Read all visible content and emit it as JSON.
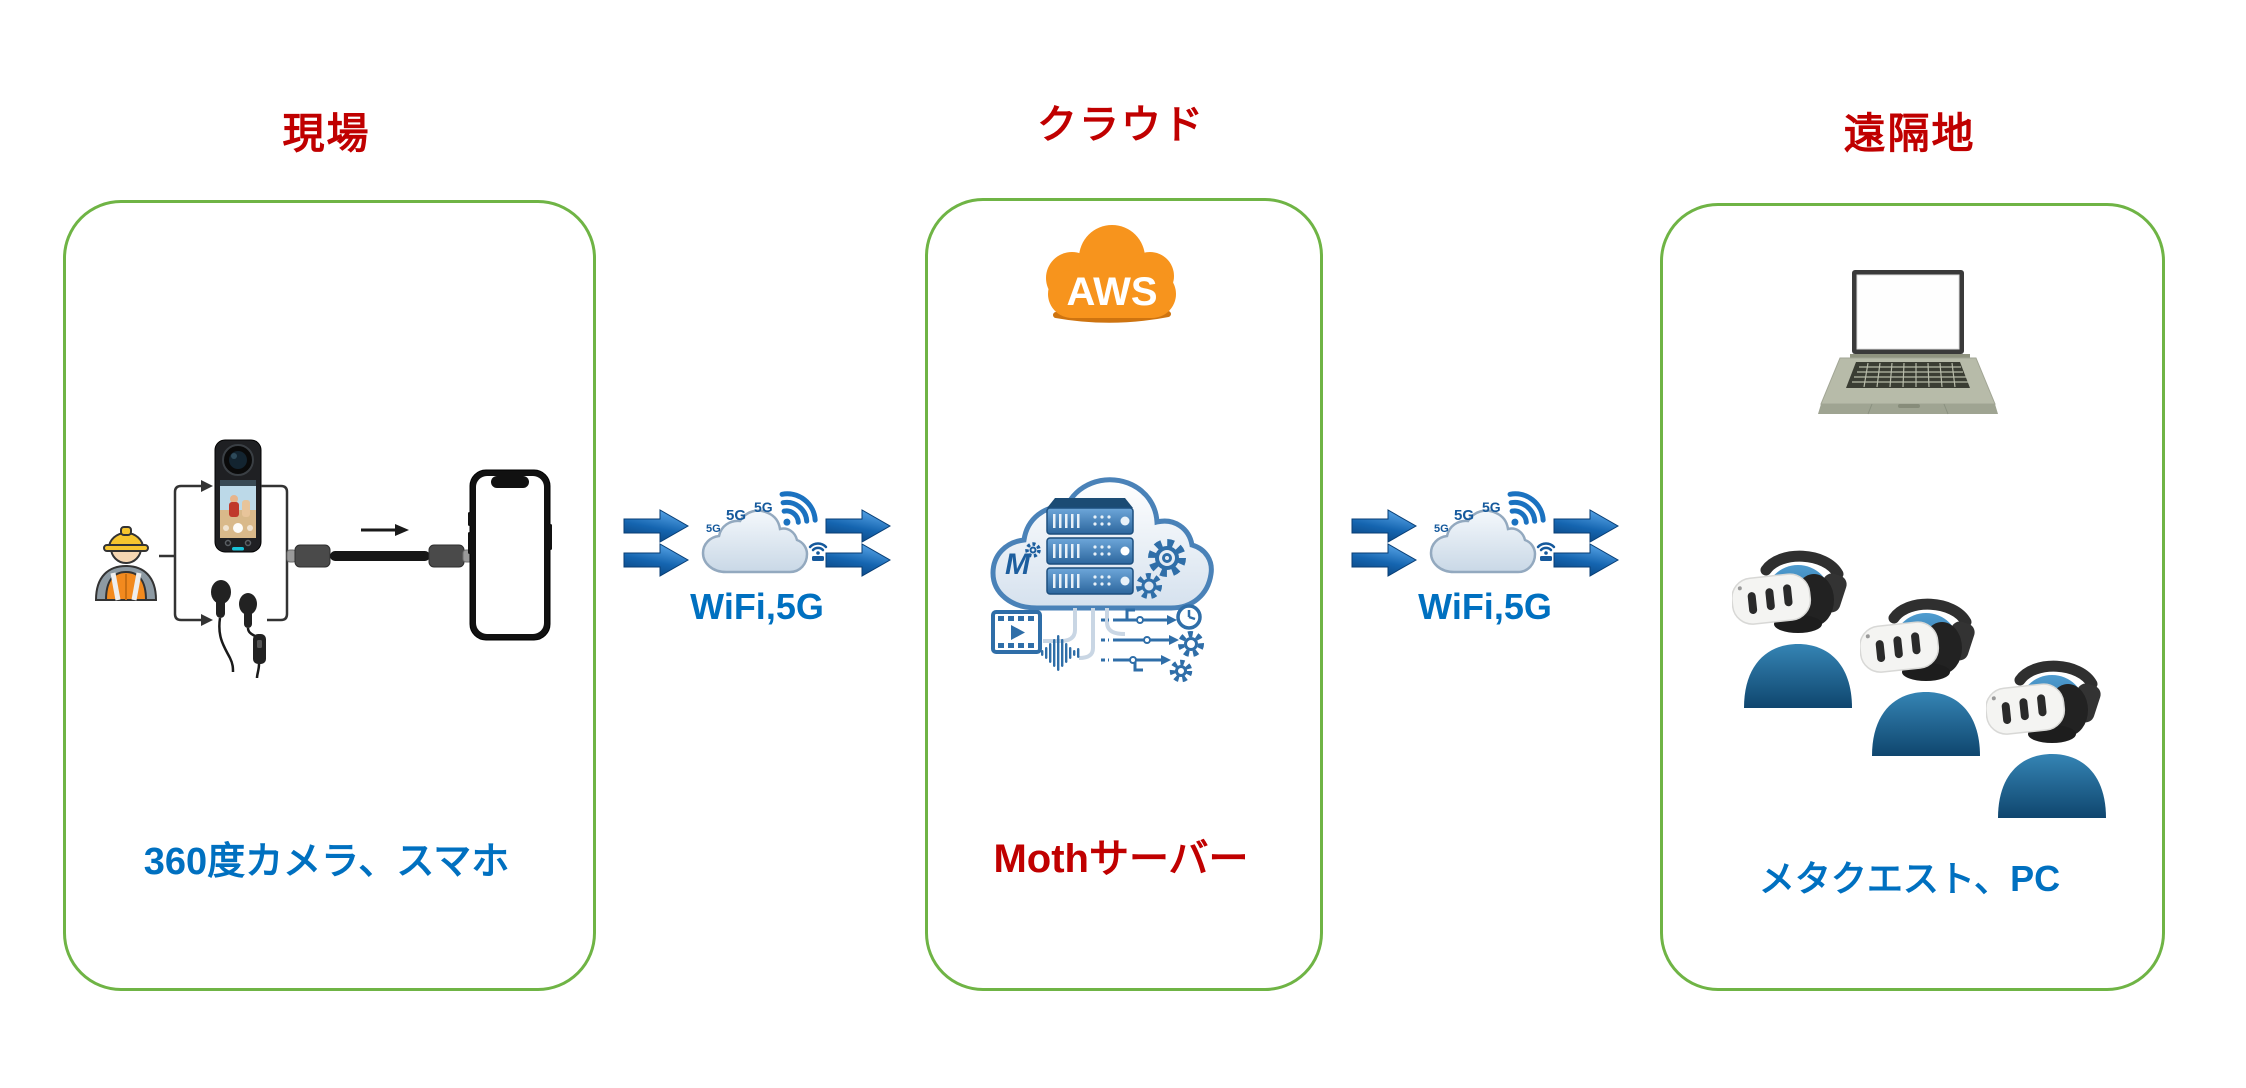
{
  "sections": [
    {
      "id": "site",
      "title": "現場",
      "caption": "360度カメラ、スマホ",
      "caption_color": "#0070C0",
      "icons": [
        "construction-worker",
        "360-camera",
        "earphones",
        "usb-c-cable",
        "smartphone"
      ]
    },
    {
      "id": "cloud",
      "title": "クラウド",
      "caption": "Mothサーバー",
      "caption_color": "#C00000",
      "icons": [
        "aws-cloud",
        "cloud-server",
        "film-clip",
        "audio-waveform",
        "circuit-gears"
      ]
    },
    {
      "id": "remote",
      "title": "遠隔地",
      "caption": "メタクエスト、PC",
      "caption_color": "#0070C0",
      "icons": [
        "laptop",
        "vr-headset-user",
        "vr-headset-user",
        "vr-headset-user"
      ]
    }
  ],
  "connectors": [
    {
      "label": "WiFi,5G"
    },
    {
      "label": "WiFi,5G"
    }
  ],
  "aws": {
    "label": "AWS"
  },
  "network": {
    "labels": [
      "5G",
      "5G",
      "5G"
    ]
  },
  "server": {
    "logo": "M"
  },
  "colors": {
    "box_border": "#6FB445",
    "title_red": "#C00000",
    "label_blue": "#0070C0",
    "arrow_blue": "#0B4D8C",
    "aws_orange": "#F7941D"
  }
}
